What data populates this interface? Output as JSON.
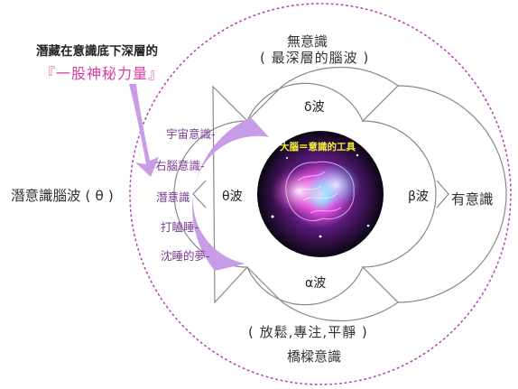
{
  "callout": {
    "line1": "潛藏在意識底下深層的",
    "line2": "『一股神秘力量』"
  },
  "outer_labels": {
    "top_line1": "無意識",
    "top_line2": "( 最深層的腦波 )",
    "left": "潛意識腦波 ( θ )",
    "right": "有意識",
    "bottom_line1": "( 放鬆,專注,平靜 )",
    "bottom_line2": "橋樑意識"
  },
  "theta_states": [
    "宇宙意識-",
    "右腦意識-",
    "潛意識",
    "打瞌睡-",
    "沈睡的夢-"
  ],
  "segments": {
    "top": "δ波",
    "right": "β波",
    "left": "θ波",
    "bottom": "α波"
  },
  "brain_caption": "大腦＝意識的工具",
  "colors": {
    "theta_fill": "#c79de8",
    "dotted_circle": "#b646b4",
    "segment_stroke": "#888888",
    "callout_accent": "#d63fa0",
    "brain_glow_pink": "#ff3fd2",
    "brain_glow_blue": "#3fb8ff",
    "brain_caption": "#f7ef3a"
  }
}
